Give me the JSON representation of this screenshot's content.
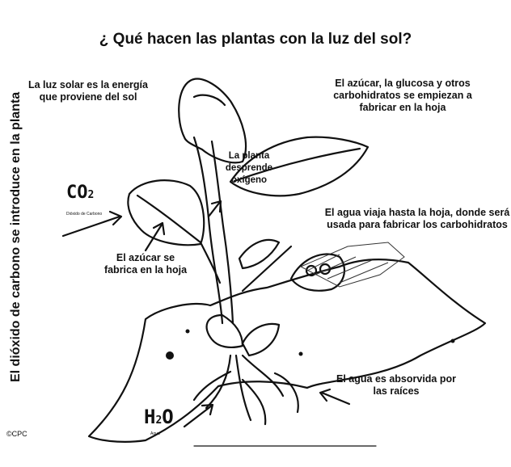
{
  "title": "¿ Qué hacen las plantas con la luz del sol?",
  "labels": {
    "sunlight": "La luz solar es la energía que proviene del sol",
    "sugar_top": "El azúcar, la glucosa y otros carbohidratos se empiezan a fabricar en la hoja",
    "oxygen": "La planta desprende oxígeno",
    "water_travel": "El agua viaja hasta la hoja, donde será usada para fabricar los carbohidratos",
    "sugar_leaf": "El azúcar se fabrica en la hoja",
    "co2_enters": "El dióxido de carbono se introduce en la planta",
    "water_absorbed": "El agua es absorvida por las raíces"
  },
  "formulas": {
    "co2_main": "CO",
    "co2_sub": "2",
    "co2_caption": "Dióxido de Carbono",
    "h2o_h": "H",
    "h2o_sub": "2",
    "h2o_o": "O",
    "h2o_caption": "Agua"
  },
  "corner_mark": "©CPC"
}
